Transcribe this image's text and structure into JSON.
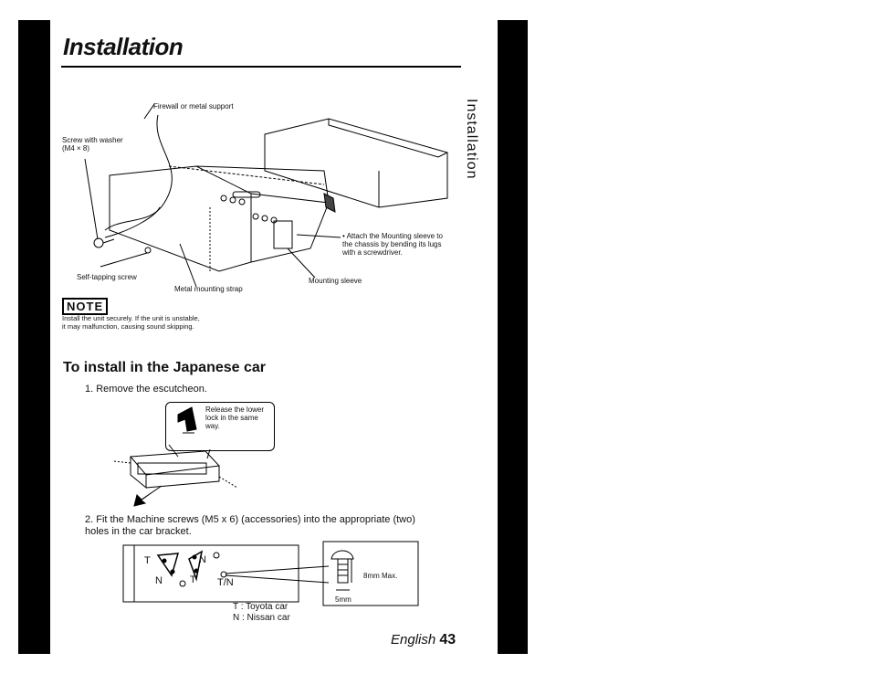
{
  "title": "Installation",
  "side_tab": "Installation",
  "diagram_labels": {
    "firewall": "Firewall or metal support",
    "screw_washer": "Screw with washer\n(M4 × 8)",
    "attach_note": "• Attach the Mounting sleeve to\nthe chassis by bending its lugs\nwith a screwdriver.",
    "self_tapping": "Self-tapping screw",
    "mounting_sleeve": "Mounting sleeve",
    "metal_strap": "Metal mounting strap"
  },
  "note": {
    "badge": "NOTE",
    "text": "Install the unit securely.  If the unit is unstable,\nit may malfunction, causing sound skipping."
  },
  "section_heading": "To install in the Japanese car",
  "steps": [
    "1.  Remove the escutcheon.",
    "2.  Fit the Machine screws (M5 x 6) (accessories) into the appropriate (two)\nholes in the car bracket."
  ],
  "callout": "Release the lower\nlock in the same\nway.",
  "bracket_labels": {
    "t1": "T",
    "n1": "N",
    "n2": "N",
    "t2": "T",
    "tn": "T/N",
    "max": "8mm Max.",
    "dim": "5mm"
  },
  "legend": {
    "toyota": "T : Toyota car",
    "nissan": "N : Nissan car"
  },
  "footer": {
    "language": "English",
    "page": "43"
  }
}
